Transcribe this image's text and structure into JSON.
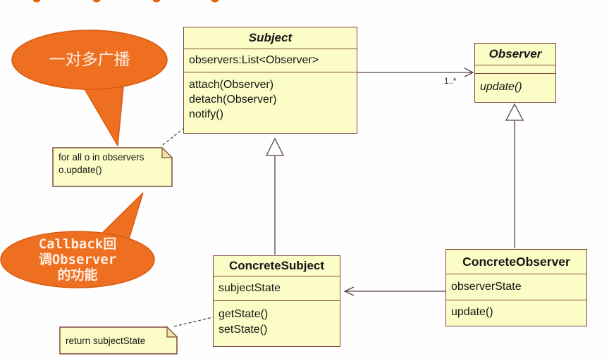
{
  "diagram": {
    "type": "uml-class-diagram",
    "classes": {
      "subject": {
        "name": "Subject",
        "attributes": [
          "observers:List<Observer>"
        ],
        "methods": [
          "attach(Observer)",
          "detach(Observer)",
          "notify()"
        ]
      },
      "observer": {
        "name": "Observer",
        "attributes": [],
        "methods": [
          "update()"
        ]
      },
      "concrete_subject": {
        "name": "ConcreteSubject",
        "attributes": [
          "subjectState"
        ],
        "methods": [
          "getState()",
          "setState()"
        ]
      },
      "concrete_observer": {
        "name": "ConcreteObserver",
        "attributes": [
          "observerState"
        ],
        "methods": [
          "update()"
        ]
      }
    },
    "notes": [
      {
        "lines": [
          "for all o in observers",
          "o.update()"
        ]
      },
      {
        "lines": [
          "return subjectState"
        ]
      }
    ],
    "callouts": [
      {
        "lines": [
          "一对多广播"
        ]
      },
      {
        "lines": [
          "Callback回",
          "调Observer",
          "的功能"
        ]
      }
    ],
    "labels": {
      "multiplicity": "1..*"
    },
    "relations": [
      "subject-to-observer-association",
      "concrete-subject-generalizes-subject",
      "concrete-observer-generalizes-observer",
      "concrete-observer-to-concrete-subject-association"
    ],
    "colors": {
      "class_fill": "#fcfcc6",
      "class_border": "#7c4a3e",
      "line": "#5b3f4b",
      "callout_fill": "#ed6f1f",
      "callout_border": "#d85a0d",
      "callout_text": "#ffede3",
      "note_fold": "#efe9a8"
    }
  }
}
